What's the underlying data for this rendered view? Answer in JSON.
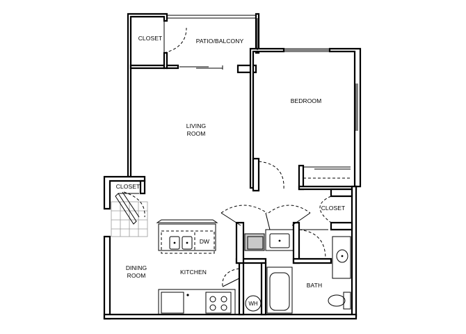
{
  "rooms": {
    "closet_top": "CLOSET",
    "patio": "PATIO/BALCONY",
    "bedroom": "BEDROOM",
    "living_line1": "LIVING",
    "living_line2": "ROOM",
    "closet_left": "CLOSET",
    "closet_right": "CLOSET",
    "dining_line1": "DINING",
    "dining_line2": "ROOM",
    "kitchen": "KITCHEN",
    "bath": "BATH"
  },
  "fixtures": {
    "dishwasher": "DW",
    "water_heater": "WH"
  }
}
